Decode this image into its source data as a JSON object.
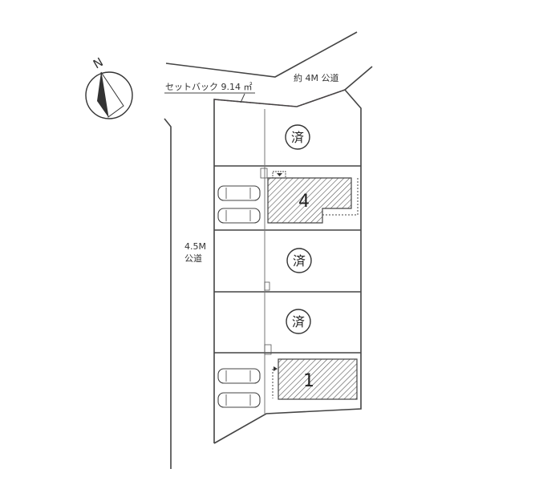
{
  "compass": {
    "north_label": "N"
  },
  "road_north": {
    "label": "約 4M 公道"
  },
  "road_west": {
    "label_line1": "4.5M",
    "label_line2": "公道"
  },
  "setback": {
    "label": "セットバック 9.14 ㎡"
  },
  "lots": [
    {
      "id": "lot-top",
      "status": "済"
    },
    {
      "id": "lot-4",
      "number": "4"
    },
    {
      "id": "lot-mid",
      "status": "済"
    },
    {
      "id": "lot-lower",
      "status": "済"
    },
    {
      "id": "lot-1",
      "number": "1"
    }
  ],
  "colors": {
    "setback_line": "#c0306a",
    "line": "#444444",
    "hatch": "#555555"
  }
}
